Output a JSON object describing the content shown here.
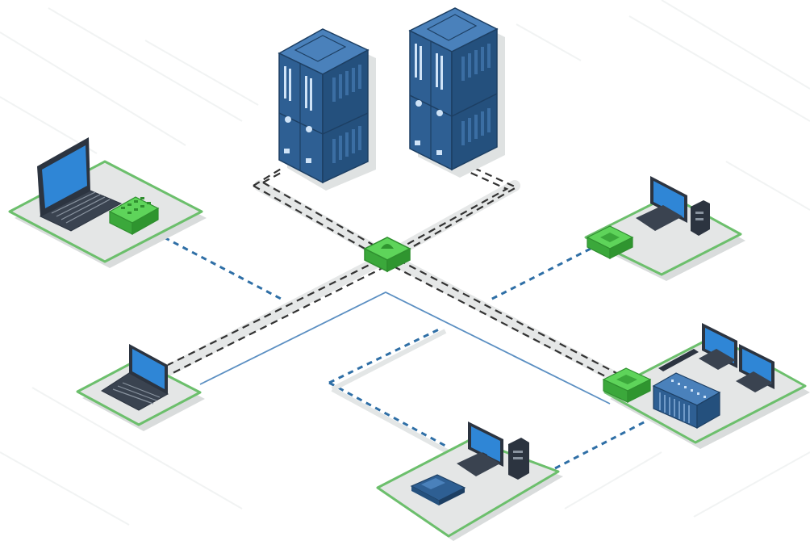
{
  "diagram": {
    "type": "isometric-network-topology",
    "colors": {
      "background": "#ffffff",
      "ghost_grid": "#f1f3f3",
      "floor": "#e4e6e6",
      "floor_shadow": "#d9dcdc",
      "site_border": "#6cbf6c",
      "switch_top": "#5ed45a",
      "switch_side": "#3ba83b",
      "server_front": "#2e5f93",
      "server_side": "#24507d",
      "server_top": "#4a81bb",
      "screen": "#2f86d6",
      "device_dark": "#2c3440",
      "backbone_link": "#333333",
      "access_link_dashed": "#2f6fa6",
      "access_link_solid": "#5b8fc2"
    },
    "nodes": [
      {
        "id": "server-rack-1",
        "kind": "server-rack-icon"
      },
      {
        "id": "server-rack-2",
        "kind": "server-rack-icon"
      },
      {
        "id": "core-switch",
        "kind": "switch-icon"
      },
      {
        "id": "site-laptop-top-left",
        "kind": "laptop-icon"
      },
      {
        "id": "site-laptop-bottom-left",
        "kind": "laptop-icon"
      },
      {
        "id": "site-desktop-right",
        "kind": "desktop-pc-icon"
      },
      {
        "id": "site-multi-monitor",
        "kind": "monitor-icon"
      },
      {
        "id": "site-desktop-bottom",
        "kind": "desktop-pc-icon"
      }
    ],
    "links": [
      {
        "from": "server-rack-1",
        "to": "core-switch",
        "style": "backbone-double-dashed"
      },
      {
        "from": "server-rack-2",
        "to": "core-switch",
        "style": "backbone-double-dashed"
      },
      {
        "from": "core-switch",
        "to": "site-laptop-bottom-left",
        "style": "backbone-double-dashed"
      },
      {
        "from": "core-switch",
        "to": "site-multi-monitor",
        "style": "backbone-double-dashed"
      },
      {
        "from": "core-switch",
        "to": "site-laptop-top-left",
        "style": "dashed"
      },
      {
        "from": "core-switch",
        "to": "site-desktop-right",
        "style": "dashed"
      },
      {
        "from": "site-laptop-bottom-left",
        "to": "site-multi-monitor",
        "style": "solid"
      },
      {
        "from": "site-multi-monitor",
        "to": "site-desktop-bottom",
        "style": "dashed"
      },
      {
        "from": "site-desktop-bottom",
        "to": "core-switch",
        "style": "dashed"
      }
    ]
  }
}
